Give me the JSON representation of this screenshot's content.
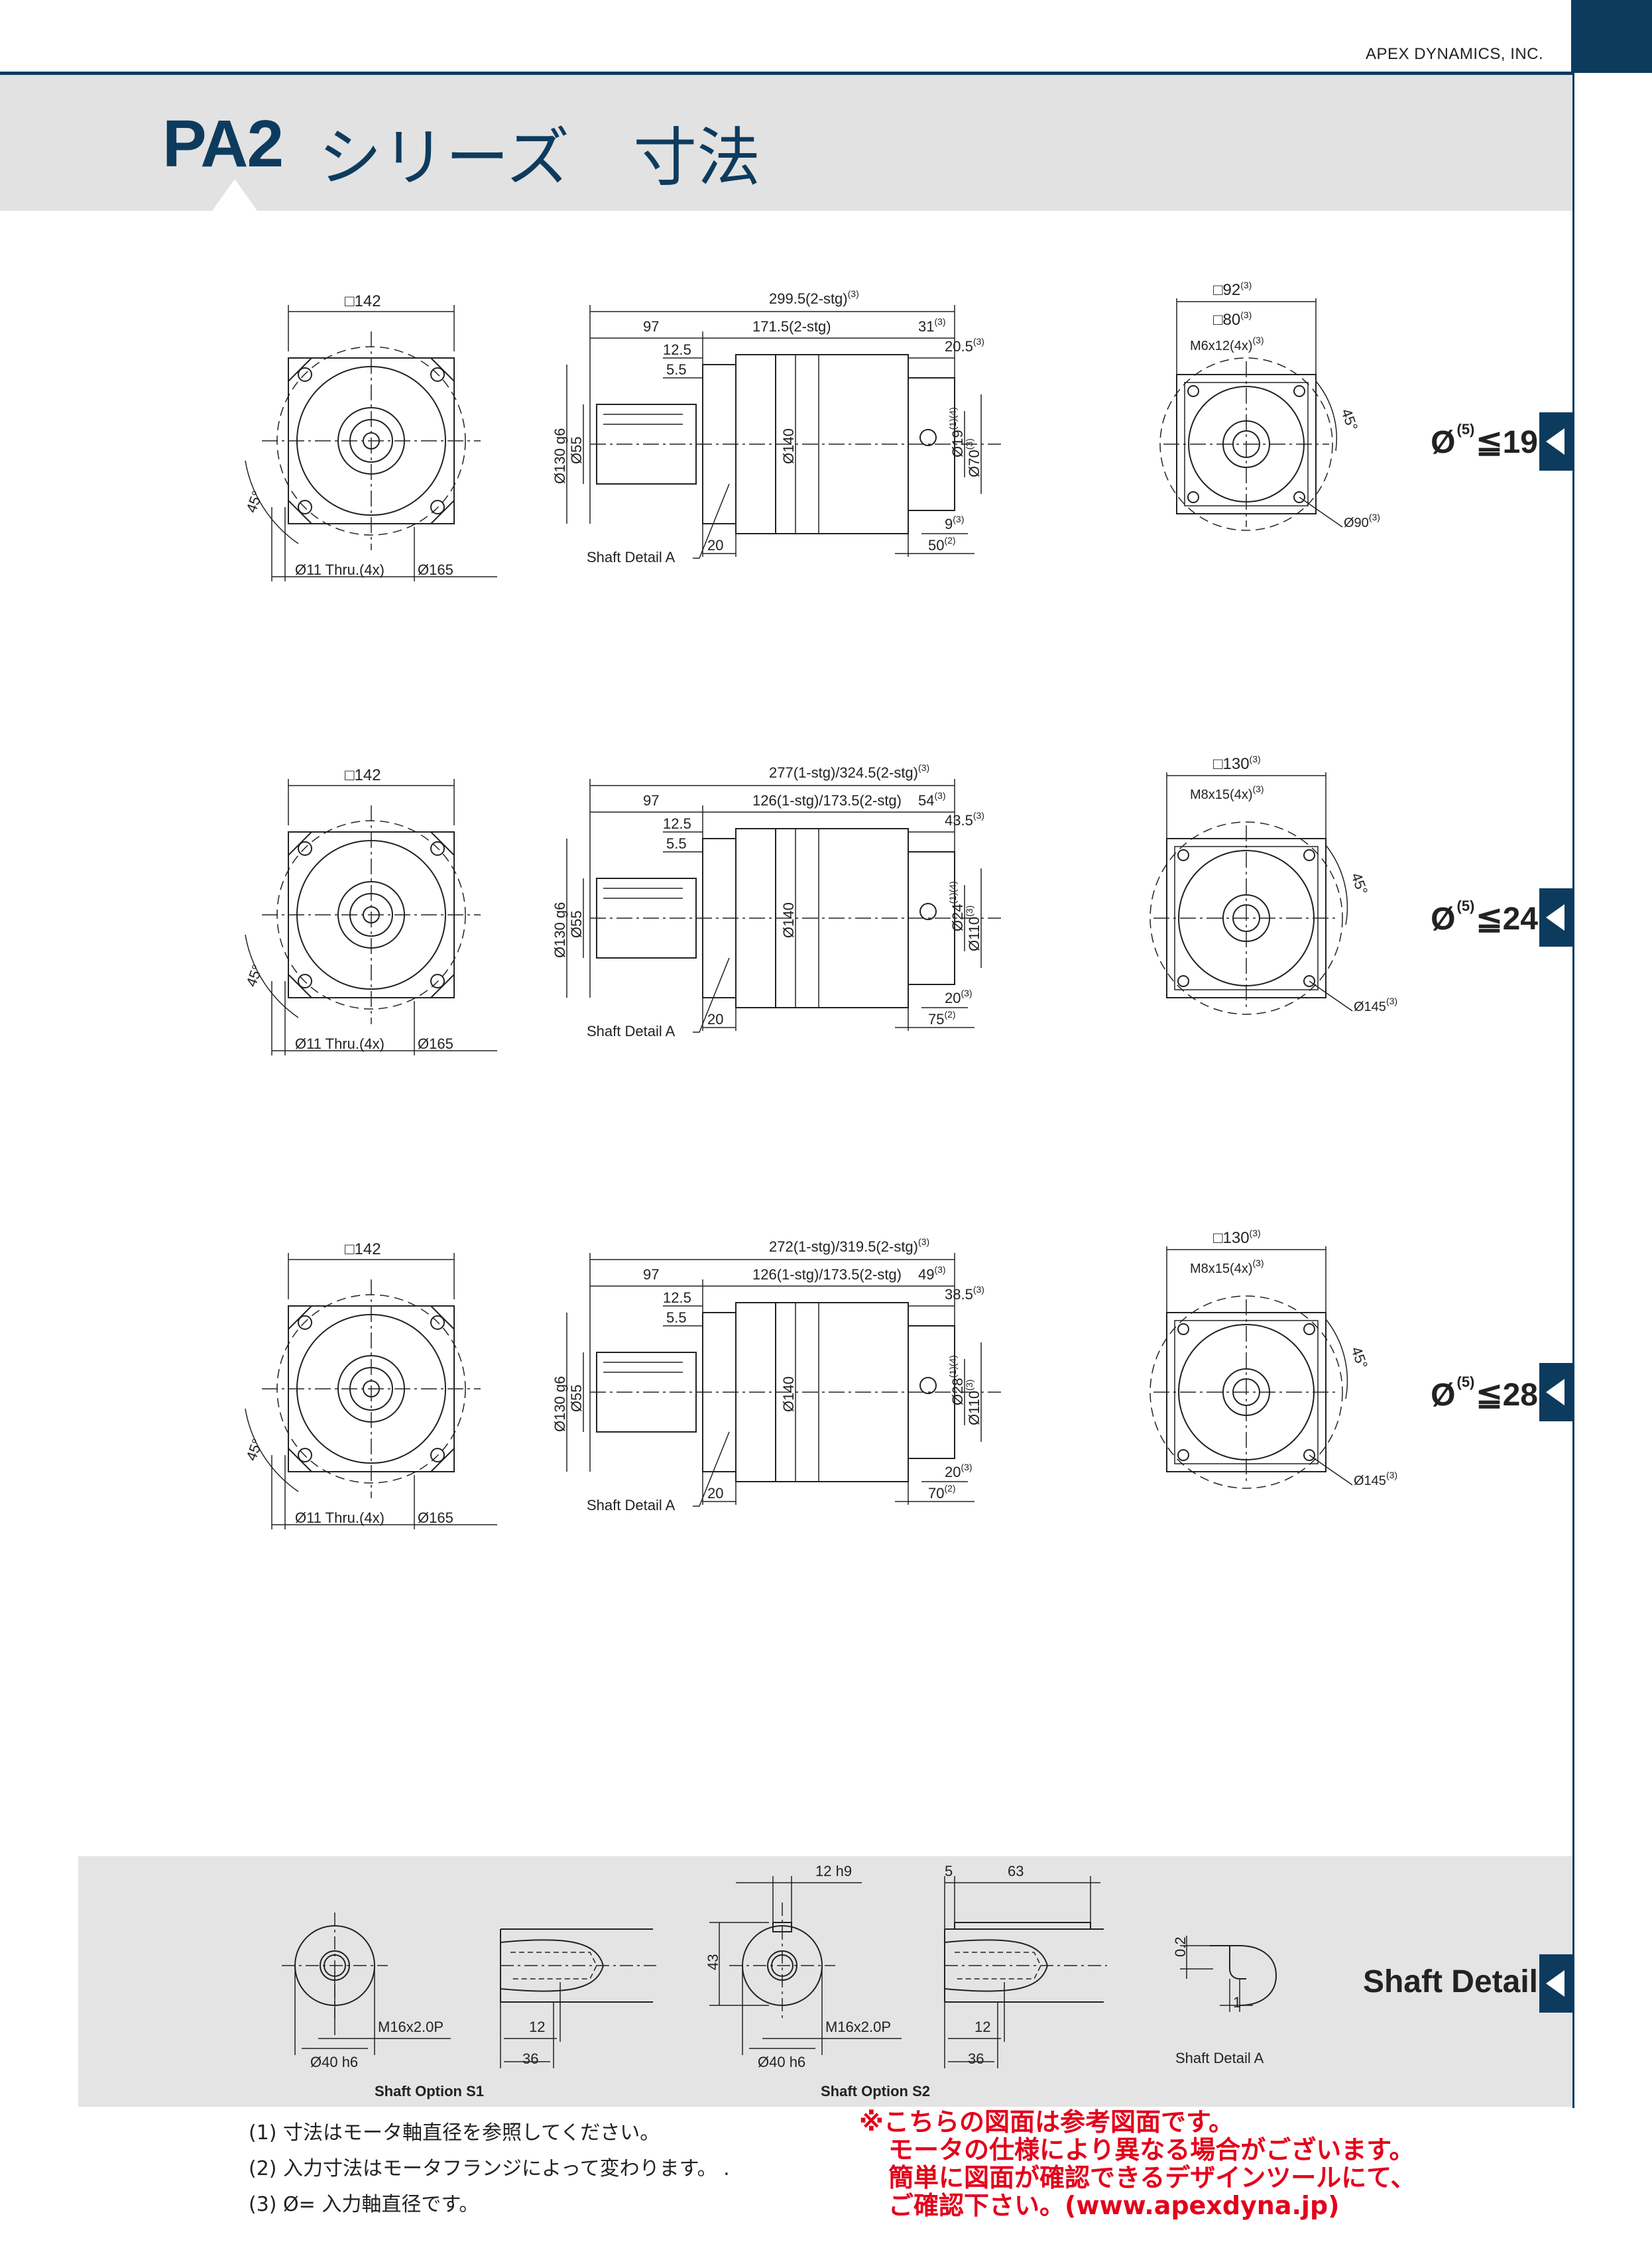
{
  "header": {
    "company": "APEX DYNAMICS, INC.",
    "title_code": "PA2",
    "title_rest": "シリーズ　寸法"
  },
  "colors": {
    "brand": "#0d3b5e",
    "band": "#e2e2e2",
    "warning": "#e3001b"
  },
  "tabs": [
    {
      "prefix": "Ø",
      "sup": "(5)",
      "suffix": "≦19"
    },
    {
      "prefix": "Ø",
      "sup": "(5)",
      "suffix": "≦24"
    },
    {
      "prefix": "Ø",
      "sup": "(5)",
      "suffix": "≦28"
    },
    {
      "prefix": "Shaft Detail",
      "sup": "",
      "suffix": ""
    }
  ],
  "drawings": [
    {
      "front": {
        "square": "□142",
        "hole": "Ø11 Thru.(4x)",
        "pcd": "Ø165",
        "angle": "45°"
      },
      "side": {
        "total": "299.5(2-stg)",
        "total_sup": "(3)",
        "d97": "97",
        "d125": "12.5",
        "d55": "5.5",
        "mid": "171.5(2-stg)",
        "right": "31",
        "right_sup": "(3)",
        "r2": "20.5",
        "r2_sup": "(3)",
        "pilot": "Ø130 g6",
        "shaft": "Ø55",
        "body": "Ø140",
        "in1": "Ø19",
        "in1_sup": "(1)(4)",
        "in2": "Ø70",
        "in2_sup": "(3)",
        "b1": "9",
        "b1_sup": "(3)",
        "b2": "50",
        "b2_sup": "(2)",
        "flange": "20",
        "shaft_detail": "Shaft Detail  A"
      },
      "rear": {
        "sq1": "□92",
        "sq1_sup": "(3)",
        "sq2": "□80",
        "sq2_sup": "(3)",
        "tap": "M6x12(4x)",
        "tap_sup": "(3)",
        "pcd": "Ø90",
        "pcd_sup": "(3)",
        "angle": "45°"
      }
    },
    {
      "front": {
        "square": "□142",
        "hole": "Ø11 Thru.(4x)",
        "pcd": "Ø165",
        "angle": "45°"
      },
      "side": {
        "total": "277(1-stg)/324.5(2-stg)",
        "total_sup": "(3)",
        "d97": "97",
        "d125": "12.5",
        "d55": "5.5",
        "mid": "126(1-stg)/173.5(2-stg)",
        "right": "54",
        "right_sup": "(3)",
        "r2": "43.5",
        "r2_sup": "(3)",
        "pilot": "Ø130 g6",
        "shaft": "Ø55",
        "body": "Ø140",
        "in1": "Ø24",
        "in1_sup": "(1)(4)",
        "in2": "Ø110",
        "in2_sup": "(3)",
        "b1": "20",
        "b1_sup": "(3)",
        "b2": "75",
        "b2_sup": "(2)",
        "flange": "20",
        "shaft_detail": "Shaft Detail  A"
      },
      "rear": {
        "sq1": "□130",
        "sq1_sup": "(3)",
        "sq2": "",
        "sq2_sup": "",
        "tap": "M8x15(4x)",
        "tap_sup": "(3)",
        "pcd": "Ø145",
        "pcd_sup": "(3)",
        "angle": "45°"
      }
    },
    {
      "front": {
        "square": "□142",
        "hole": "Ø11 Thru.(4x)",
        "pcd": "Ø165",
        "angle": "45°"
      },
      "side": {
        "total": "272(1-stg)/319.5(2-stg)",
        "total_sup": "(3)",
        "d97": "97",
        "d125": "12.5",
        "d55": "5.5",
        "mid": "126(1-stg)/173.5(2-stg)",
        "right": "49",
        "right_sup": "(3)",
        "r2": "38.5",
        "r2_sup": "(3)",
        "pilot": "Ø130 g6",
        "shaft": "Ø55",
        "body": "Ø140",
        "in1": "Ø28",
        "in1_sup": "(1)(4)",
        "in2": "Ø110",
        "in2_sup": "(3)",
        "b1": "20",
        "b1_sup": "(3)",
        "b2": "70",
        "b2_sup": "(2)",
        "flange": "20",
        "shaft_detail": "Shaft Detail  A"
      },
      "rear": {
        "sq1": "□130",
        "sq1_sup": "(3)",
        "sq2": "",
        "sq2_sup": "",
        "tap": "M8x15(4x)",
        "tap_sup": "(3)",
        "pcd": "Ø145",
        "pcd_sup": "(3)",
        "angle": "45°"
      }
    }
  ],
  "shaft": {
    "s1_tap": "M16x2.0P",
    "s1_dia": "Ø40 h6",
    "s1_12": "12",
    "s1_36": "36",
    "s1_caption": "Shaft Option S1",
    "s2_key": "12 h9",
    "s2_5": "5",
    "s2_63": "63",
    "s2_43": "43",
    "s2_tap": "M16x2.0P",
    "s2_dia": "Ø40 h6",
    "s2_12": "12",
    "s2_36": "36",
    "s2_caption": "Shaft Option S2",
    "a_02": "0.2",
    "a_1": "1",
    "a_caption": "Shaft  Detail  A"
  },
  "notes": [
    "(1) 寸法はモータ軸直径を参照してください。",
    "(2) 入力寸法はモータフランジによって変わります。 .",
    "(3) Ø= 入力軸直径です。"
  ],
  "warning": [
    "※こちらの図面は参考図面です。",
    "モータの仕様により異なる場合がございます。",
    "簡単に図面が確認できるデザインツールにて、",
    "ご確認下さい。(www.apexdyna.jp)"
  ]
}
